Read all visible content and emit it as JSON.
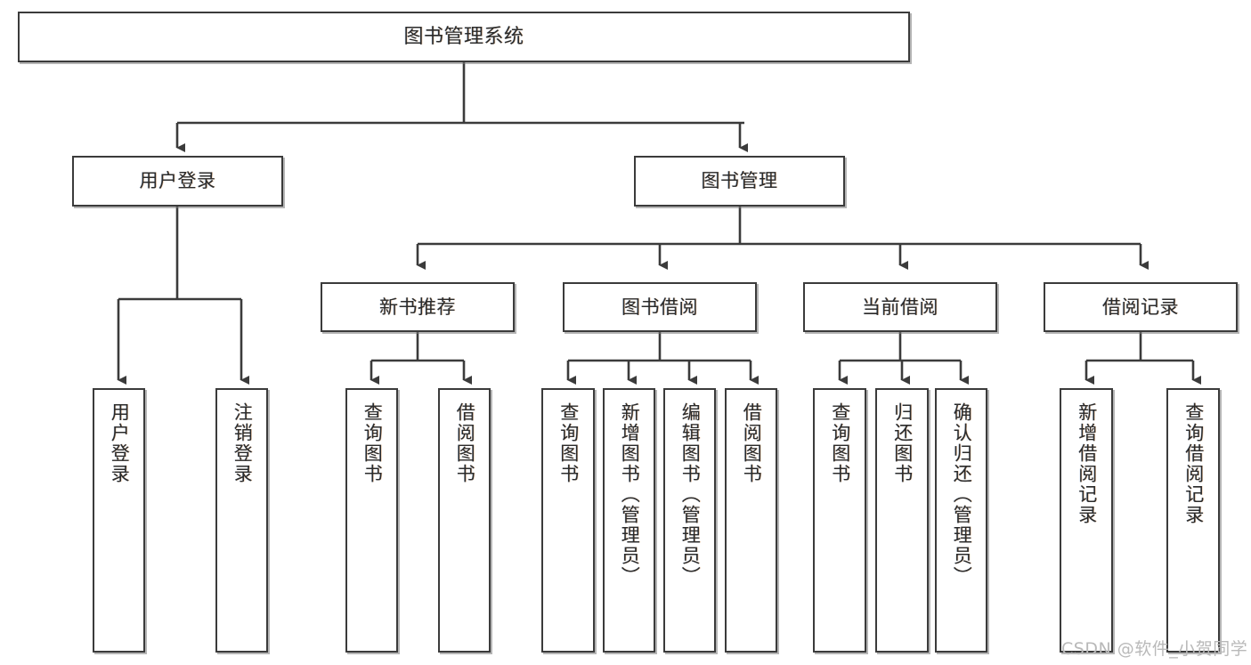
{
  "diagram": {
    "title": "图书管理系统",
    "root": {
      "label": "图书管理系统"
    },
    "level1": [
      {
        "label": "用户登录"
      },
      {
        "label": "图书管理"
      }
    ],
    "level2": [
      {
        "label": "新书推荐"
      },
      {
        "label": "图书借阅"
      },
      {
        "label": "当前借阅"
      },
      {
        "label": "借阅记录"
      }
    ],
    "leaves": {
      "user_login": [
        {
          "label": "用户登录"
        },
        {
          "label": "注销登录"
        }
      ],
      "new_book_recommend": [
        {
          "label": "查询图书"
        },
        {
          "label": "借阅图书"
        }
      ],
      "book_borrow": [
        {
          "label": "查询图书"
        },
        {
          "label": "新增图书（管理员）"
        },
        {
          "label": "编辑图书（管理员）"
        },
        {
          "label": "借阅图书"
        }
      ],
      "current_borrow": [
        {
          "label": "查询图书"
        },
        {
          "label": "归还图书"
        },
        {
          "label": "确认归还（管理员）"
        }
      ],
      "borrow_record": [
        {
          "label": "新增借阅记录"
        },
        {
          "label": "查询借阅记录"
        }
      ]
    },
    "watermark": "CSDN @软件_小贺同学",
    "colors": {
      "border": "#3b3b3b",
      "text": "#2b2b2b",
      "background": "#ffffff",
      "watermark": "#b9b9b9"
    }
  }
}
